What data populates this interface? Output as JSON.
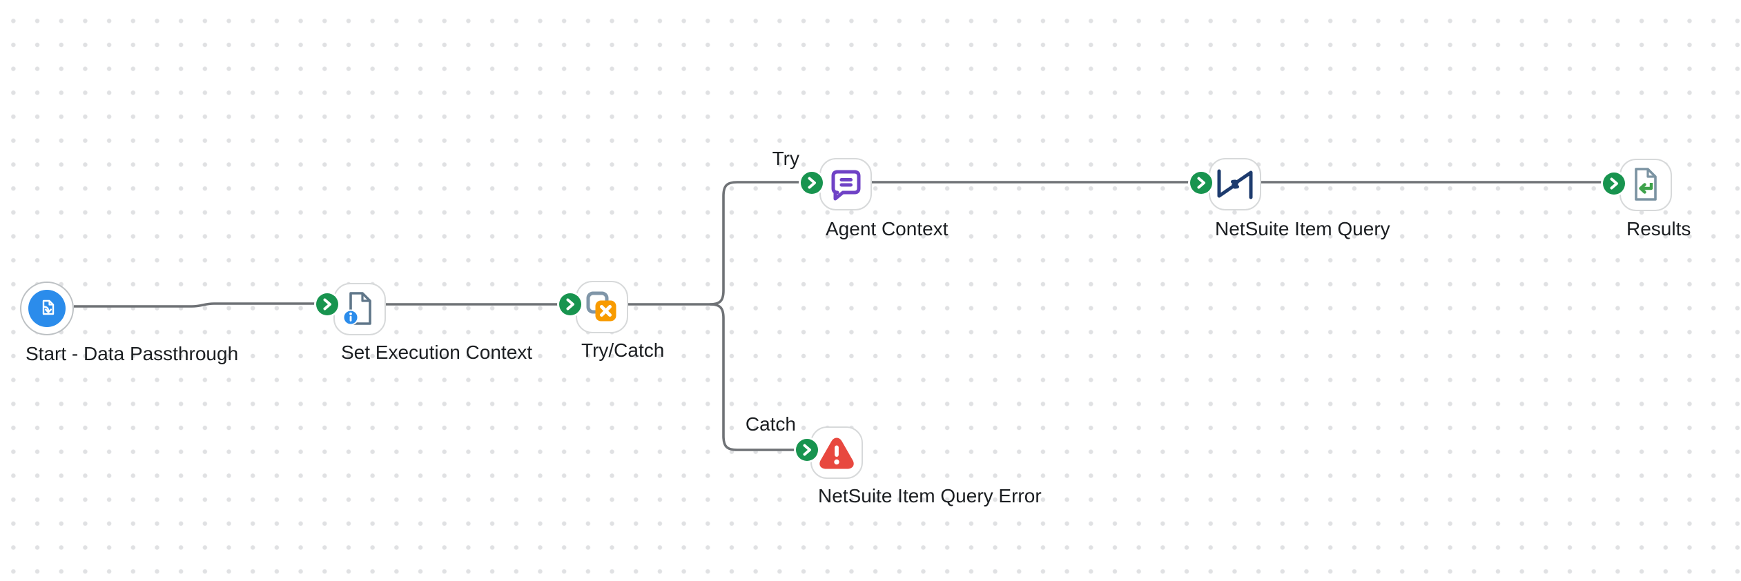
{
  "app": {
    "name": "workflow-builder-canvas"
  },
  "colors": {
    "canvas_background": "#ffffff",
    "grid_dot": "#e0e1e3",
    "edge_gray": "#6f7276",
    "node_border": "#d7d9da",
    "port_green": "#18944f",
    "start_blue": "#2b8ceb",
    "info_badge_blue": "#2b8ceb",
    "document_slate": "#5f7689",
    "try_catch_orange": "#f89b00",
    "try_catch_back_slate": "#8096a8",
    "agent_purple": "#6f42c6",
    "netsuite_navy": "#1d3b6e",
    "results_green": "#3ea24b",
    "error_red": "#e8483f",
    "label_text": "#1b1e21"
  },
  "workflow": {
    "nodes": [
      {
        "id": "start",
        "label": "Start - Data Passthrough",
        "icon": "data-passthrough-icon"
      },
      {
        "id": "set-execution-context",
        "label": "Set Execution Context",
        "icon": "document-info-icon"
      },
      {
        "id": "try-catch",
        "label": "Try/Catch",
        "icon": "try-catch-icon"
      },
      {
        "id": "agent-context",
        "label": "Agent Context",
        "icon": "chat-bubble-icon"
      },
      {
        "id": "netsuite-item-query",
        "label": "NetSuite Item Query",
        "icon": "netsuite-bowtie-icon"
      },
      {
        "id": "results",
        "label": "Results",
        "icon": "return-document-icon"
      },
      {
        "id": "netsuite-item-query-error",
        "label": "NetSuite Item Query Error",
        "icon": "warning-triangle-icon"
      }
    ],
    "branches": [
      {
        "id": "try",
        "label": "Try"
      },
      {
        "id": "catch",
        "label": "Catch"
      }
    ]
  }
}
